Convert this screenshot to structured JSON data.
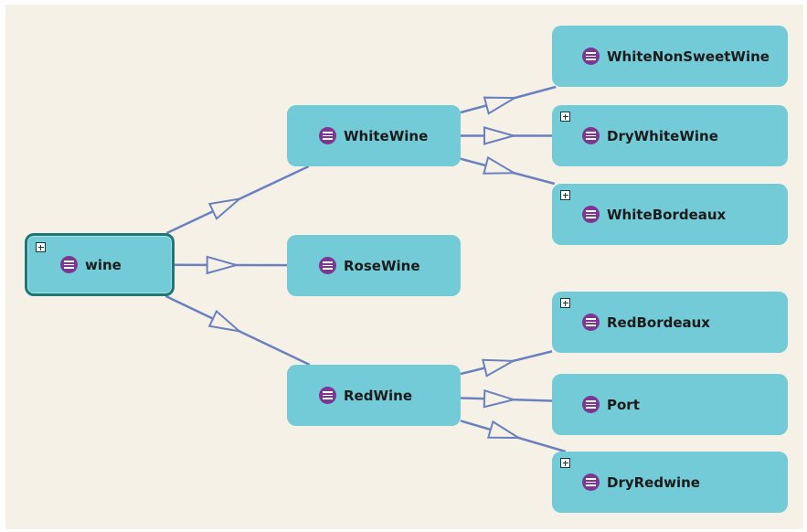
{
  "diagram": {
    "nodes": {
      "wine": {
        "label": "wine",
        "icon": "class-icon",
        "expandable": true,
        "selected": true
      },
      "whitewine": {
        "label": "WhiteWine",
        "icon": "class-icon",
        "expandable": false
      },
      "rosewine": {
        "label": "RoseWine",
        "icon": "class-icon",
        "expandable": false
      },
      "redwine": {
        "label": "RedWine",
        "icon": "class-icon",
        "expandable": false
      },
      "whitenonsweetwine": {
        "label": "WhiteNonSweetWine",
        "icon": "class-icon",
        "expandable": false
      },
      "drywhitewine": {
        "label": "DryWhiteWine",
        "icon": "class-icon",
        "expandable": true
      },
      "whitebordeaux": {
        "label": "WhiteBordeaux",
        "icon": "class-icon",
        "expandable": true
      },
      "redbordeaux": {
        "label": "RedBordeaux",
        "icon": "class-icon",
        "expandable": true
      },
      "port": {
        "label": "Port",
        "icon": "class-icon",
        "expandable": false
      },
      "dryredwine": {
        "label": "DryRedwine",
        "icon": "class-icon",
        "expandable": true
      }
    },
    "edges": [
      {
        "from": "wine",
        "to": "whitewine"
      },
      {
        "from": "wine",
        "to": "rosewine"
      },
      {
        "from": "wine",
        "to": "redwine"
      },
      {
        "from": "whitewine",
        "to": "whitenonsweetwine"
      },
      {
        "from": "whitewine",
        "to": "drywhitewine"
      },
      {
        "from": "whitewine",
        "to": "whitebordeaux"
      },
      {
        "from": "redwine",
        "to": "redbordeaux"
      },
      {
        "from": "redwine",
        "to": "port"
      },
      {
        "from": "redwine",
        "to": "dryredwine"
      }
    ],
    "colors": {
      "background": "#f5f1e6",
      "node_fill": "#72cbd6",
      "selected_border": "#1f7676",
      "class_icon": "#7c3791",
      "edge": "#6a80bf"
    }
  }
}
